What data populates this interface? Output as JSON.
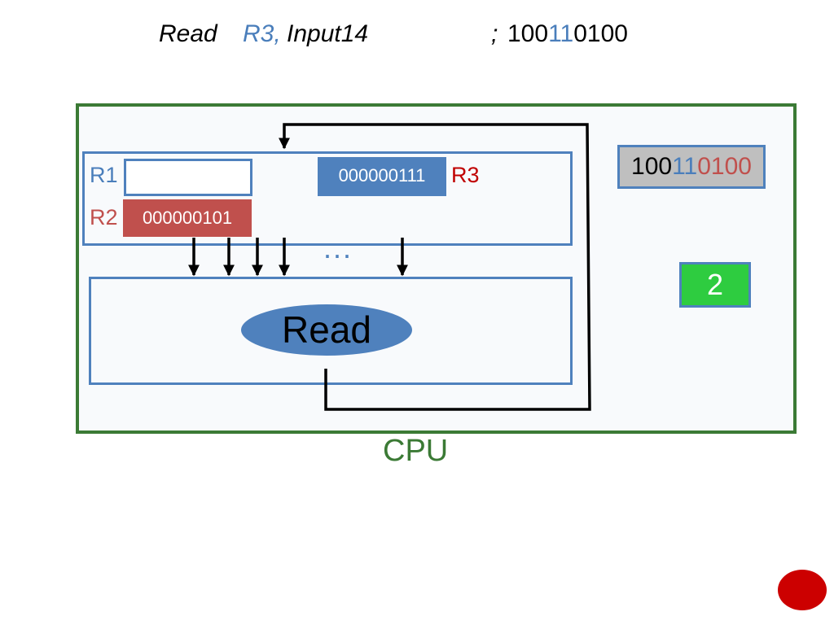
{
  "instruction": {
    "op": "Read",
    "reg": "R3,",
    "operand": "Input14",
    "comment_prefix": ";",
    "code": {
      "a": "100",
      "b": "11",
      "c": "0100"
    }
  },
  "registers": {
    "r1": {
      "label": "R1",
      "value": ""
    },
    "r2": {
      "label": "R2",
      "value": "000000101"
    },
    "r3": {
      "label": "R3",
      "value": "000000111"
    },
    "ellipsis": "..."
  },
  "alu": {
    "label": "Read"
  },
  "instruction_register": {
    "a": "100",
    "b": "11",
    "c": "0100"
  },
  "program_counter": {
    "value": "2"
  },
  "cpu": {
    "label": "CPU"
  },
  "colors": {
    "cpu_frame": "#3b7a35",
    "unit_border": "#4f81bd",
    "r2_fill": "#c0504d",
    "r3_label": "#c00000",
    "program_counter_fill": "#2ecc40",
    "instruction_register_fill": "#bfbfbf",
    "next_button": "#cc0000"
  }
}
